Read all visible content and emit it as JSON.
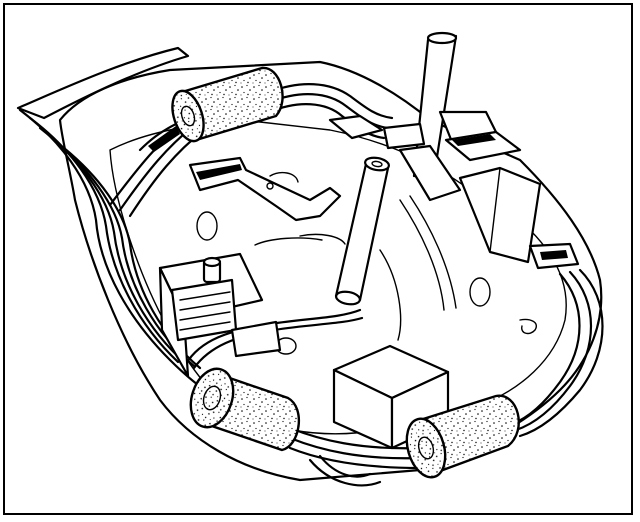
{
  "figure": {
    "subject": "",
    "colors": {
      "ink": "#000000",
      "paper": "#ffffff"
    },
    "components": [
      "base-plate",
      "wire-harness",
      "ferrite-bead-top",
      "ferrite-bead-bottom-left",
      "ferrite-bead-bottom-right",
      "vertical-rod",
      "slanted-rod",
      "relay-coil",
      "square-block-component",
      "top-connector",
      "right-connector"
    ]
  }
}
